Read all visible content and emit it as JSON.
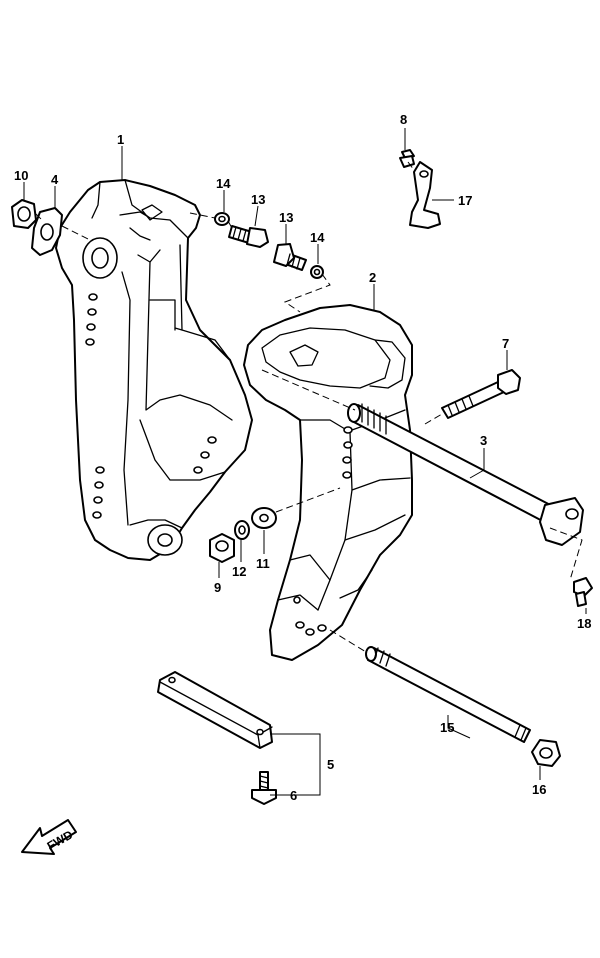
{
  "callouts": {
    "c1": "1",
    "c2": "2",
    "c3": "3",
    "c4": "4",
    "c5": "5",
    "c6": "6",
    "c7": "7",
    "c8": "8",
    "c9": "9",
    "c10": "10",
    "c11": "11",
    "c12": "12",
    "c13a": "13",
    "c13b": "13",
    "c14a": "14",
    "c14b": "14",
    "c15": "15",
    "c16": "16",
    "c17": "17",
    "c18": "18"
  },
  "fwd_label": "FWD"
}
